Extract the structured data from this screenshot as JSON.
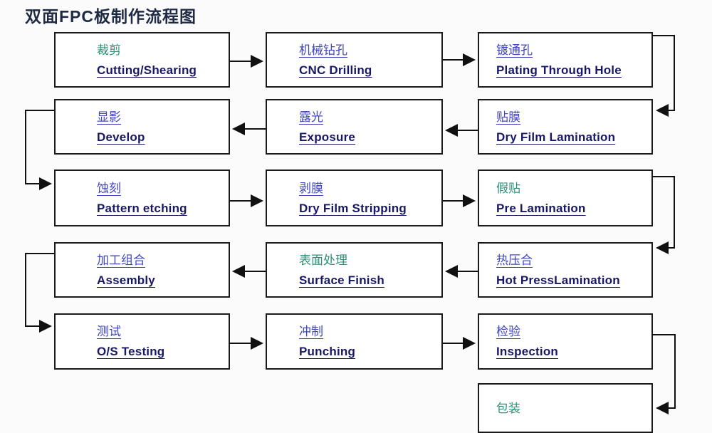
{
  "title": "双面FPC板制作流程图",
  "colors": {
    "title": "#1f2a44",
    "label_blue": "#4146bc",
    "label_green": "#2e9077",
    "english_navy": "#181866",
    "box_border": "#1a1a1a",
    "arrow": "#111111",
    "background": "#fbfbfb"
  },
  "boxes": [
    {
      "zh": "裁剪",
      "en": "Cutting/Shearing",
      "accent": "green"
    },
    {
      "zh": "机械钻孔",
      "en": "CNC Drilling",
      "accent": "blue"
    },
    {
      "zh": "镀通孔",
      "en": "Plating Through Hole",
      "accent": "blue"
    },
    {
      "zh": "显影",
      "en": "Develop",
      "accent": "blue"
    },
    {
      "zh": "露光",
      "en": "Exposure",
      "accent": "blue"
    },
    {
      "zh": "贴膜",
      "en": "Dry Film Lamination",
      "accent": "blue"
    },
    {
      "zh": "蚀刻",
      "en": "Pattern etching",
      "accent": "blue"
    },
    {
      "zh": "剥膜",
      "en": "Dry Film Stripping",
      "accent": "blue"
    },
    {
      "zh": "假贴",
      "en": "Pre Lamination",
      "accent": "green"
    },
    {
      "zh": "加工组合",
      "en": "Assembly",
      "accent": "blue"
    },
    {
      "zh": "表面处理",
      "en": "Surface Finish",
      "accent": "green"
    },
    {
      "zh": "热压合",
      "en": "Hot PressLamination",
      "accent": "blue"
    },
    {
      "zh": "测试",
      "en": "O/S Testing",
      "accent": "blue"
    },
    {
      "zh": "冲制",
      "en": "Punching",
      "accent": "blue"
    },
    {
      "zh": "检验",
      "en": "Inspection",
      "accent": "blue"
    },
    {
      "zh": "包装",
      "en": "",
      "accent": "green"
    }
  ],
  "flow_order": "Cutting/Shearing → CNC Drilling → Plating Through Hole → Dry Film Lamination → Exposure → Develop → Pattern etching → Dry Film Stripping → Pre Lamination → Hot PressLamination → Surface Finish → Assembly → O/S Testing → Punching → Inspection → 包装"
}
